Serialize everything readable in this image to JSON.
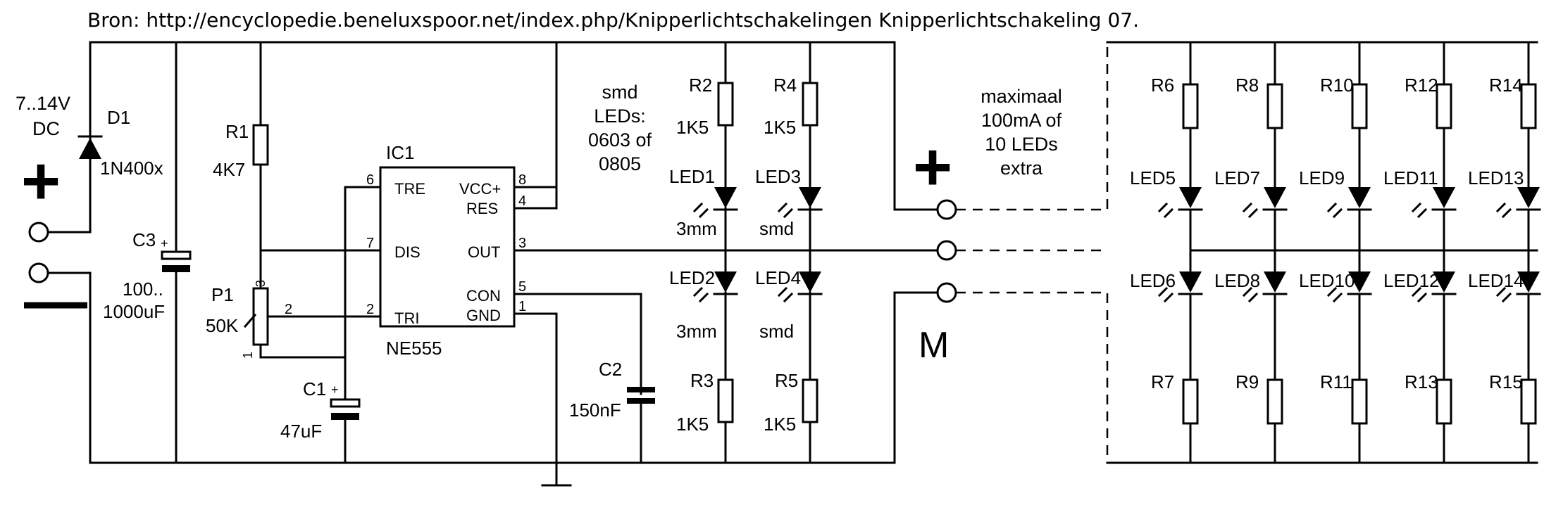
{
  "source_line": "Bron: http://encyclopedie.beneluxspoor.net/index.php/Knipperlichtschakelingen  Knipperlichtschakeling 07.",
  "supply": {
    "voltage": "7..14V",
    "type": "DC",
    "plus": "+",
    "minus": "—"
  },
  "diode": {
    "ref": "D1",
    "value": "1N400x"
  },
  "c3": {
    "ref": "C3",
    "polarity": "+",
    "value_line1": "100..",
    "value_line2": "1000uF"
  },
  "r1": {
    "ref": "R1",
    "value": "4K7"
  },
  "p1": {
    "ref": "P1",
    "value": "50K",
    "pin1": "1",
    "pin2": "2",
    "pin3": "3"
  },
  "c1": {
    "ref": "C1",
    "polarity": "+",
    "value": "47uF"
  },
  "ic": {
    "ref": "IC1",
    "part": "NE555",
    "pins_left": [
      {
        "name": "TRE",
        "num": "6"
      },
      {
        "name": "DIS",
        "num": "7"
      },
      {
        "name": "TRI",
        "num": "2"
      }
    ],
    "pins_right": [
      {
        "name": "VCC+",
        "num": "8"
      },
      {
        "name": "RES",
        "num": "4"
      },
      {
        "name": "OUT",
        "num": "3"
      },
      {
        "name": "CON",
        "num": "5"
      },
      {
        "name": "GND",
        "num": "1"
      }
    ]
  },
  "c2": {
    "ref": "C2",
    "value": "150nF"
  },
  "note_smd": [
    "smd",
    "LEDs:",
    "0603 of",
    "0805"
  ],
  "left_bank": {
    "r2": {
      "ref": "R2",
      "value": "1K5"
    },
    "r4": {
      "ref": "R4",
      "value": "1K5"
    },
    "led1": {
      "ref": "LED1",
      "size": "3mm"
    },
    "led3": {
      "ref": "LED3",
      "size": "smd"
    },
    "led2": {
      "ref": "LED2",
      "size": "3mm"
    },
    "led4": {
      "ref": "LED4",
      "size": "smd"
    },
    "r3": {
      "ref": "R3",
      "value": "1K5"
    },
    "r5": {
      "ref": "R5",
      "value": "1K5"
    }
  },
  "connector": {
    "plus": "+",
    "m": "M"
  },
  "note_max": [
    "maximaal",
    "100mA of",
    "10 LEDs",
    "extra"
  ],
  "right_bank": {
    "top_resistors": [
      "R6",
      "R8",
      "R10",
      "R12",
      "R14"
    ],
    "upper_leds": [
      "LED5",
      "LED7",
      "LED9",
      "LED11",
      "LED13"
    ],
    "lower_leds": [
      "LED6",
      "LED8",
      "LED10",
      "LED12",
      "LED14"
    ],
    "bottom_resistors": [
      "R7",
      "R9",
      "R11",
      "R13",
      "R15"
    ]
  }
}
